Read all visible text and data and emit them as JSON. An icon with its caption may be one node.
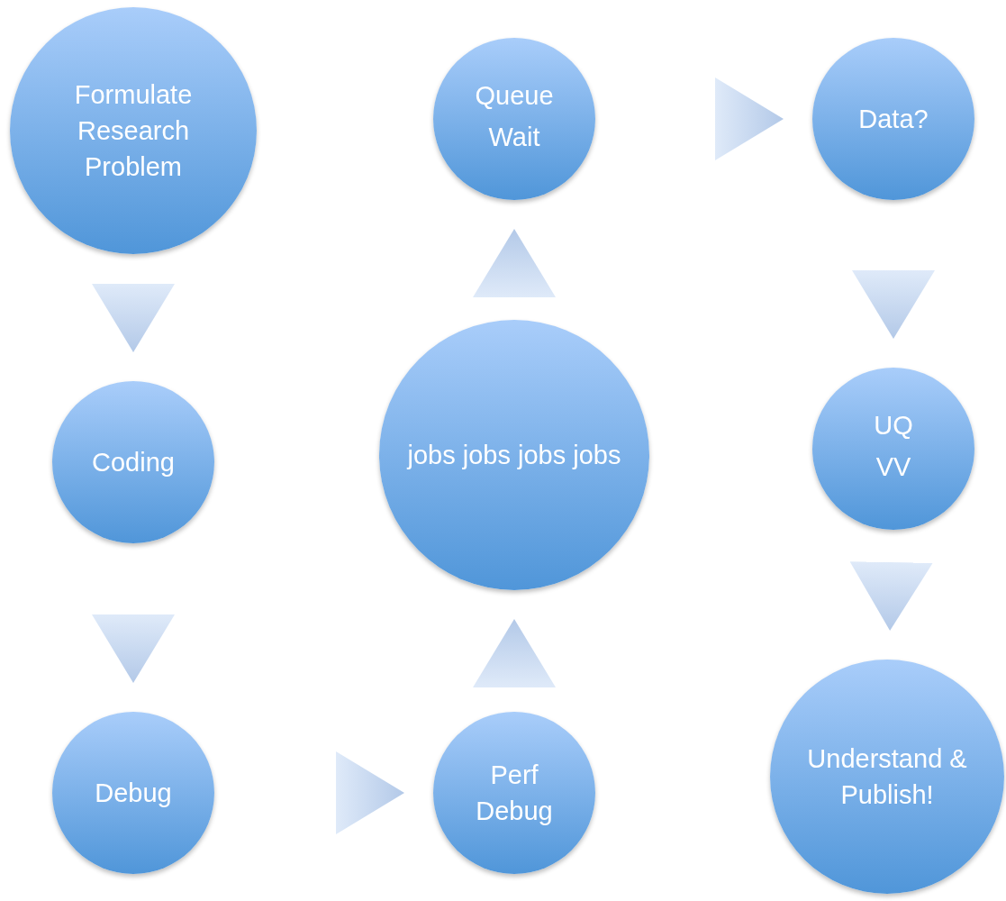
{
  "diagram": {
    "nodes": [
      {
        "text": [
          "Formulate Research Problem"
        ]
      },
      {
        "text": [
          "Coding"
        ]
      },
      {
        "text": [
          "Debug"
        ]
      },
      {
        "text": [
          "Perf Debug"
        ]
      },
      {
        "text": [
          "jobs jobs jobs jobs"
        ]
      },
      {
        "text": [
          "Queue",
          "Wait"
        ]
      },
      {
        "text": [
          "Data?"
        ]
      },
      {
        "text": [
          "UQ",
          "VV"
        ]
      },
      {
        "text": [
          "Understand & Publish!"
        ]
      }
    ],
    "edges": [
      {
        "from": 0,
        "to": 1,
        "arrow": "to"
      },
      {
        "from": 1,
        "to": 2,
        "arrow": "to"
      },
      {
        "from": 2,
        "to": 3,
        "arrow": "to"
      },
      {
        "from": 3,
        "to": 4,
        "arrow": "to"
      },
      {
        "from": 4,
        "to": 5,
        "arrow": "to"
      },
      {
        "from": 5,
        "to": 6,
        "arrow": "to"
      },
      {
        "from": 6,
        "to": 7,
        "arrow": "to"
      },
      {
        "from": 7,
        "to": 8,
        "arrow": "to"
      }
    ]
  }
}
